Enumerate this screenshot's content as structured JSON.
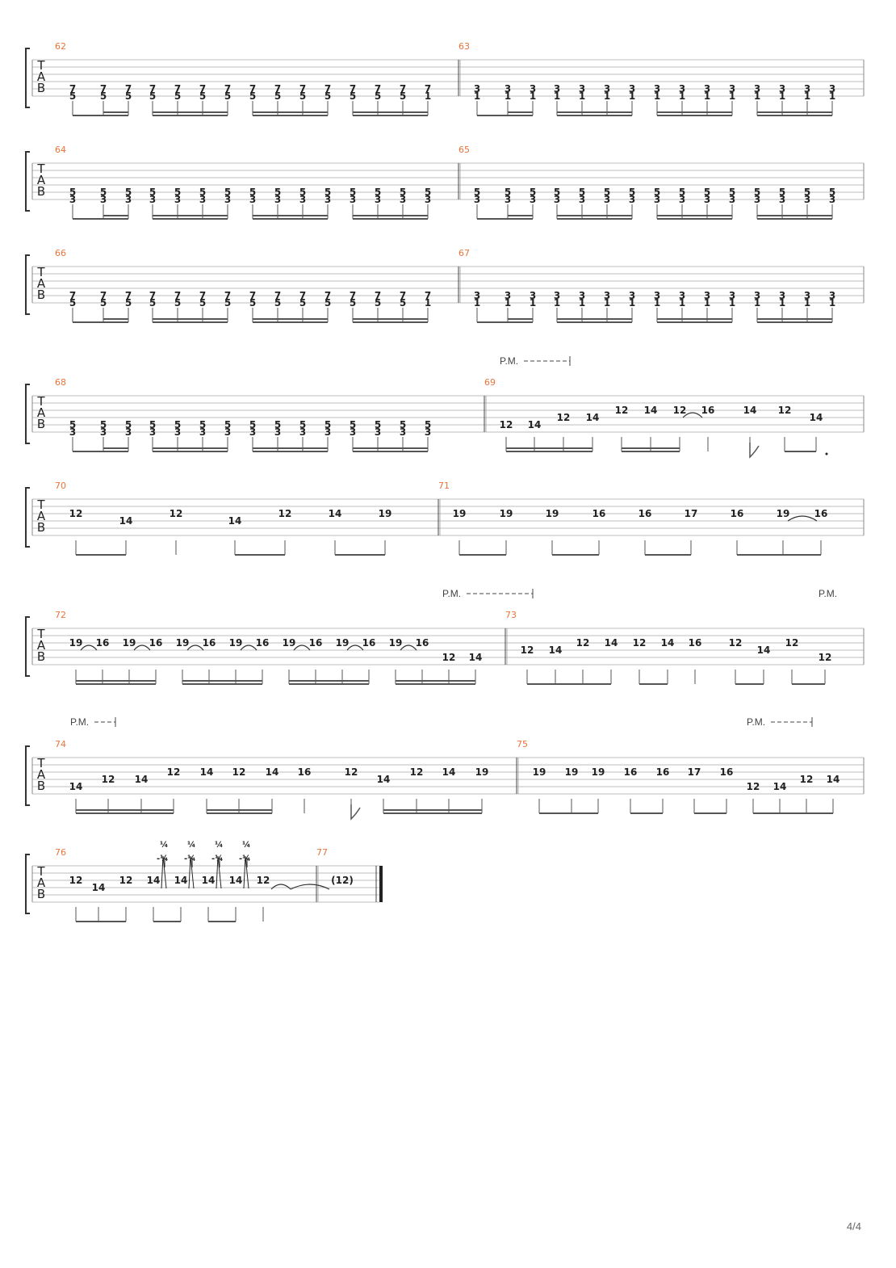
{
  "page_number": "4/4",
  "tab_clef": [
    "T",
    "A",
    "B"
  ],
  "palm_mute": "P.M.",
  "bend_label": "¼",
  "bend_release_label": "-¼",
  "systems": [
    {
      "measures": [
        {
          "number": "62",
          "notes": [
            [
              "7",
              "5"
            ],
            [
              "7",
              "5"
            ],
            [
              "7",
              "5"
            ],
            [
              "7",
              "5"
            ],
            [
              "7",
              "5"
            ],
            [
              "7",
              "5"
            ],
            [
              "7",
              "5"
            ],
            [
              "7",
              "5"
            ],
            [
              "7",
              "5"
            ],
            [
              "7",
              "5"
            ],
            [
              "7",
              "5"
            ],
            [
              "7",
              "5"
            ],
            [
              "7",
              "5"
            ],
            [
              "7",
              "5"
            ],
            [
              "7",
              "1"
            ]
          ]
        },
        {
          "number": "63",
          "notes": [
            [
              "3",
              "1"
            ],
            [
              "3",
              "1"
            ],
            [
              "3",
              "1"
            ],
            [
              "3",
              "1"
            ],
            [
              "3",
              "1"
            ],
            [
              "3",
              "1"
            ],
            [
              "3",
              "1"
            ],
            [
              "3",
              "1"
            ],
            [
              "3",
              "1"
            ],
            [
              "3",
              "1"
            ],
            [
              "3",
              "1"
            ],
            [
              "3",
              "1"
            ],
            [
              "3",
              "1"
            ],
            [
              "3",
              "1"
            ],
            [
              "3",
              "1"
            ]
          ]
        }
      ]
    },
    {
      "measures": [
        {
          "number": "64",
          "notes": [
            [
              "5",
              "3"
            ],
            [
              "5",
              "3"
            ],
            [
              "5",
              "3"
            ],
            [
              "5",
              "3"
            ],
            [
              "5",
              "3"
            ],
            [
              "5",
              "3"
            ],
            [
              "5",
              "3"
            ],
            [
              "5",
              "3"
            ],
            [
              "5",
              "3"
            ],
            [
              "5",
              "3"
            ],
            [
              "5",
              "3"
            ],
            [
              "5",
              "3"
            ],
            [
              "5",
              "3"
            ],
            [
              "5",
              "3"
            ],
            [
              "5",
              "3"
            ]
          ]
        },
        {
          "number": "65",
          "notes": [
            [
              "5",
              "3"
            ],
            [
              "5",
              "3"
            ],
            [
              "5",
              "3"
            ],
            [
              "5",
              "3"
            ],
            [
              "5",
              "3"
            ],
            [
              "5",
              "3"
            ],
            [
              "5",
              "3"
            ],
            [
              "5",
              "3"
            ],
            [
              "5",
              "3"
            ],
            [
              "5",
              "3"
            ],
            [
              "5",
              "3"
            ],
            [
              "5",
              "3"
            ],
            [
              "5",
              "3"
            ],
            [
              "5",
              "3"
            ],
            [
              "5",
              "3"
            ]
          ]
        }
      ]
    },
    {
      "measures": [
        {
          "number": "66",
          "notes": [
            [
              "7",
              "5"
            ],
            [
              "7",
              "5"
            ],
            [
              "7",
              "5"
            ],
            [
              "7",
              "5"
            ],
            [
              "7",
              "5"
            ],
            [
              "7",
              "5"
            ],
            [
              "7",
              "5"
            ],
            [
              "7",
              "5"
            ],
            [
              "7",
              "5"
            ],
            [
              "7",
              "5"
            ],
            [
              "7",
              "5"
            ],
            [
              "7",
              "5"
            ],
            [
              "7",
              "5"
            ],
            [
              "7",
              "5"
            ],
            [
              "7",
              "1"
            ]
          ]
        },
        {
          "number": "67",
          "notes": [
            [
              "3",
              "1"
            ],
            [
              "3",
              "1"
            ],
            [
              "3",
              "1"
            ],
            [
              "3",
              "1"
            ],
            [
              "3",
              "1"
            ],
            [
              "3",
              "1"
            ],
            [
              "3",
              "1"
            ],
            [
              "3",
              "1"
            ],
            [
              "3",
              "1"
            ],
            [
              "3",
              "1"
            ],
            [
              "3",
              "1"
            ],
            [
              "3",
              "1"
            ],
            [
              "3",
              "1"
            ],
            [
              "3",
              "1"
            ],
            [
              "3",
              "1"
            ]
          ]
        }
      ]
    },
    {
      "measures": [
        {
          "number": "68",
          "notes": [
            [
              "5",
              "3"
            ],
            [
              "5",
              "3"
            ],
            [
              "5",
              "3"
            ],
            [
              "5",
              "3"
            ],
            [
              "5",
              "3"
            ],
            [
              "5",
              "3"
            ],
            [
              "5",
              "3"
            ],
            [
              "5",
              "3"
            ],
            [
              "5",
              "3"
            ],
            [
              "5",
              "3"
            ],
            [
              "5",
              "3"
            ],
            [
              "5",
              "3"
            ],
            [
              "5",
              "3"
            ],
            [
              "5",
              "3"
            ],
            [
              "5",
              "3"
            ]
          ]
        },
        {
          "number": "69",
          "notes": [
            "12",
            "14",
            "12",
            "14",
            "12",
            "14",
            "12",
            "16",
            "14",
            "12",
            "14"
          ]
        }
      ]
    },
    {
      "measures": [
        {
          "number": "70",
          "notes": [
            "12",
            "14",
            "12",
            "14",
            "12",
            "14",
            "19"
          ]
        },
        {
          "number": "71",
          "notes": [
            "19",
            "19",
            "19",
            "16",
            "16",
            "17",
            "16",
            "19",
            "16"
          ]
        }
      ]
    },
    {
      "measures": [
        {
          "number": "72",
          "notes": [
            "19",
            "16",
            "19",
            "16",
            "19",
            "16",
            "19",
            "16",
            "19",
            "16",
            "19",
            "16",
            "19",
            "16",
            "12",
            "14"
          ]
        },
        {
          "number": "73",
          "notes": [
            "12",
            "14",
            "12",
            "14",
            "12",
            "14",
            "16",
            "12",
            "14",
            "12",
            "12"
          ]
        }
      ]
    },
    {
      "measures": [
        {
          "number": "74",
          "notes": [
            "14",
            "12",
            "14",
            "12",
            "14",
            "12",
            "14",
            "16",
            "12",
            "14",
            "12",
            "14",
            "19"
          ]
        },
        {
          "number": "75",
          "notes": [
            "19",
            "19",
            "19",
            "16",
            "16",
            "17",
            "16",
            "12",
            "14",
            "12",
            "14"
          ]
        }
      ]
    },
    {
      "measures": [
        {
          "number": "76",
          "notes": [
            "12",
            "14",
            "12",
            "14",
            "14",
            "14",
            "14",
            "12"
          ]
        },
        {
          "number": "77",
          "notes": [
            "(12)"
          ]
        }
      ]
    }
  ]
}
